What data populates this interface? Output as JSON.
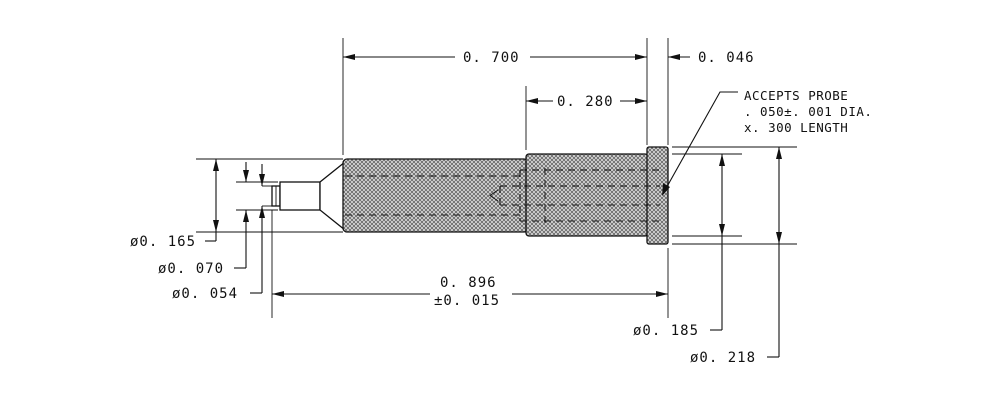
{
  "drawing": {
    "dims": {
      "overall_body_length": "0. 700",
      "flange_thickness": "0. 046",
      "barrel_length": "0. 280",
      "overall_length": "0. 896",
      "overall_length_tol": "±0. 015",
      "dia_tip_body": "ø0. 165",
      "dia_tip_ring": "ø0. 070",
      "dia_tip_pin": "ø0. 054",
      "dia_barrel": "ø0. 185",
      "dia_flange": "ø0. 218"
    },
    "note": {
      "line1": "ACCEPTS PROBE",
      "line2": ". 050±. 001 DIA.",
      "line3": "x. 300 LENGTH"
    }
  }
}
